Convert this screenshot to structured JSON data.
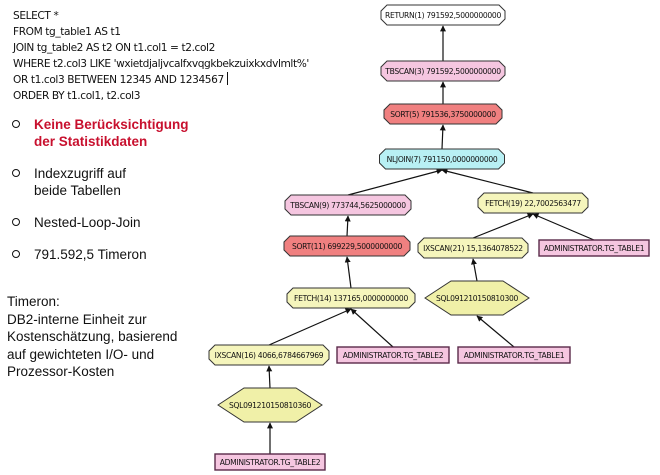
{
  "sql_query": [
    "SELECT *",
    "FROM tg_table1 AS t1",
    "JOIN tg_table2 AS t2 ON t1.col1 = t2.col2",
    "WHERE t2.col3 LIKE 'wxietdjaljvcalfxvqgkbekzuixkxdvlmlt%'",
    "OR t1.col3 BETWEEN 12345 AND 1234567",
    "ORDER BY t1.col1, t2.col3"
  ],
  "bullets": [
    {
      "lines": [
        "Keine Berücksichtigung",
        "der Statistikdaten"
      ],
      "highlight": true
    },
    {
      "lines": [
        "Indexzugriff auf",
        "beide Tabellen"
      ],
      "highlight": false
    },
    {
      "lines": [
        "Nested-Loop-Join"
      ],
      "highlight": false
    },
    {
      "lines": [
        "791.592,5 Timeron"
      ],
      "highlight": false
    }
  ],
  "note": {
    "title": "Timeron:",
    "lines": [
      "DB2-interne Einheit zur",
      "Kostenschätzung,  basierend",
      "auf gewichteten I/O- und",
      "Prozessor-Kosten"
    ]
  },
  "colors": {
    "highlight_text": "#c8102e",
    "return": "#ffffff",
    "tbscan": "#f5c6e0",
    "sort": "#f08080",
    "nljoin": "#b8f0f4",
    "fetch_ixscan": "#f5f5bc",
    "index": "#f0f0a8",
    "table": "#f5c6e0"
  },
  "plan": {
    "nodes": [
      {
        "id": "return1",
        "label": "RETURN(1) 791592,5000000000",
        "kind": "return"
      },
      {
        "id": "tbscan3",
        "label": "TBSCAN(3) 791592,5000000000",
        "kind": "tbscan"
      },
      {
        "id": "sort5",
        "label": "SORT(5) 791536,3750000000",
        "kind": "sort"
      },
      {
        "id": "nljoin7",
        "label": "NLJOIN(7) 791150,0000000000",
        "kind": "nljoin"
      },
      {
        "id": "tbscan9",
        "label": "TBSCAN(9) 773744,5625000000",
        "kind": "tbscan"
      },
      {
        "id": "fetch19",
        "label": "FETCH(19) 22,7002563477",
        "kind": "fetch"
      },
      {
        "id": "sort11",
        "label": "SORT(11) 699229,5000000000",
        "kind": "sort"
      },
      {
        "id": "ixscan21",
        "label": "IXSCAN(21) 15,1364078522",
        "kind": "ixscan"
      },
      {
        "id": "table1a",
        "label": "ADMINISTRATOR.TG_TABLE1",
        "kind": "table"
      },
      {
        "id": "fetch14",
        "label": "FETCH(14) 137165,0000000000",
        "kind": "fetch"
      },
      {
        "id": "index300",
        "label": "SQL091210150810300",
        "kind": "index"
      },
      {
        "id": "ixscan16",
        "label": "IXSCAN(16) 4066,6784667969",
        "kind": "ixscan"
      },
      {
        "id": "table2a",
        "label": "ADMINISTRATOR.TG_TABLE2",
        "kind": "table"
      },
      {
        "id": "table1b",
        "label": "ADMINISTRATOR.TG_TABLE1",
        "kind": "table"
      },
      {
        "id": "index360",
        "label": "SQL091210150810360",
        "kind": "index"
      },
      {
        "id": "table2b",
        "label": "ADMINISTRATOR.TG_TABLE2",
        "kind": "table"
      }
    ],
    "edges": [
      [
        "tbscan3",
        "return1"
      ],
      [
        "sort5",
        "tbscan3"
      ],
      [
        "nljoin7",
        "sort5"
      ],
      [
        "tbscan9",
        "nljoin7"
      ],
      [
        "fetch19",
        "nljoin7"
      ],
      [
        "sort11",
        "tbscan9"
      ],
      [
        "ixscan21",
        "fetch19"
      ],
      [
        "table1a",
        "fetch19"
      ],
      [
        "fetch14",
        "sort11"
      ],
      [
        "index300",
        "ixscan21"
      ],
      [
        "ixscan16",
        "fetch14"
      ],
      [
        "table2a",
        "fetch14"
      ],
      [
        "table1b",
        "index300"
      ],
      [
        "index360",
        "ixscan16"
      ],
      [
        "table2b",
        "index360"
      ]
    ]
  }
}
